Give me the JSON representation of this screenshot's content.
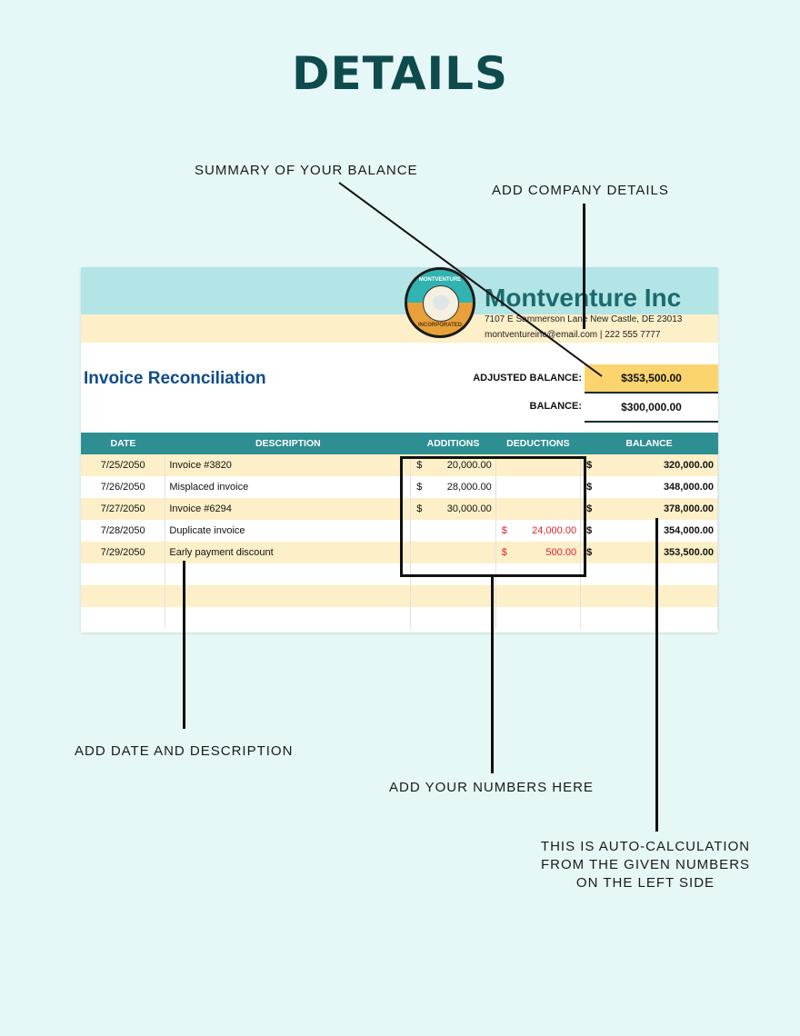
{
  "page": {
    "title": "DETAILS"
  },
  "callouts": {
    "summary": "SUMMARY OF YOUR BALANCE",
    "company": "ADD COMPANY DETAILS",
    "date_desc": "ADD DATE AND DESCRIPTION",
    "numbers": "ADD YOUR NUMBERS HERE",
    "auto_calc": [
      "THIS IS AUTO-CALCULATION",
      "FROM THE GIVEN NUMBERS",
      "ON THE LEFT SIDE"
    ]
  },
  "company": {
    "name": "Montventure Inc",
    "address": "7107 E Sammerson Lane New Castle, DE 23013",
    "contact": "montventureinc@email.com | 222 555 7777",
    "logo": {
      "top_text": "MONTVENTURE",
      "bottom_text": "INCORPORATED",
      "icon": "wolf-emblem-icon"
    }
  },
  "document": {
    "title": "Invoice Reconciliation"
  },
  "summary": {
    "adjusted_label": "ADJUSTED BALANCE:",
    "adjusted_value": "$353,500.00",
    "balance_label": "BALANCE:",
    "balance_value": "$300,000.00"
  },
  "table": {
    "headers": [
      "DATE",
      "DESCRIPTION",
      "ADDITIONS",
      "DEDUCTIONS",
      "BALANCE"
    ],
    "currency": "$",
    "rows": [
      {
        "date": "7/25/2050",
        "description": "Invoice #3820",
        "addition": "20,000.00",
        "deduction": "",
        "balance": "320,000.00"
      },
      {
        "date": "7/26/2050",
        "description": "Misplaced invoice",
        "addition": "28,000.00",
        "deduction": "",
        "balance": "348,000.00"
      },
      {
        "date": "7/27/2050",
        "description": "Invoice #6294",
        "addition": "30,000.00",
        "deduction": "",
        "balance": "378,000.00"
      },
      {
        "date": "7/28/2050",
        "description": "Duplicate invoice",
        "addition": "",
        "deduction": "24,000.00",
        "balance": "354,000.00"
      },
      {
        "date": "7/29/2050",
        "description": "Early payment discount",
        "addition": "",
        "deduction": "500.00",
        "balance": "353,500.00"
      }
    ],
    "empty_rows": 3
  },
  "colors": {
    "background": "#e6f7f8",
    "title": "#0e4b4d",
    "header_band": "#b3e4e6",
    "cream_band": "#fdefc8",
    "table_header": "#2d8f92",
    "doc_title": "#0f4c8a",
    "adjusted_highlight": "#fbd46e",
    "deduction_red": "#e0202a"
  }
}
